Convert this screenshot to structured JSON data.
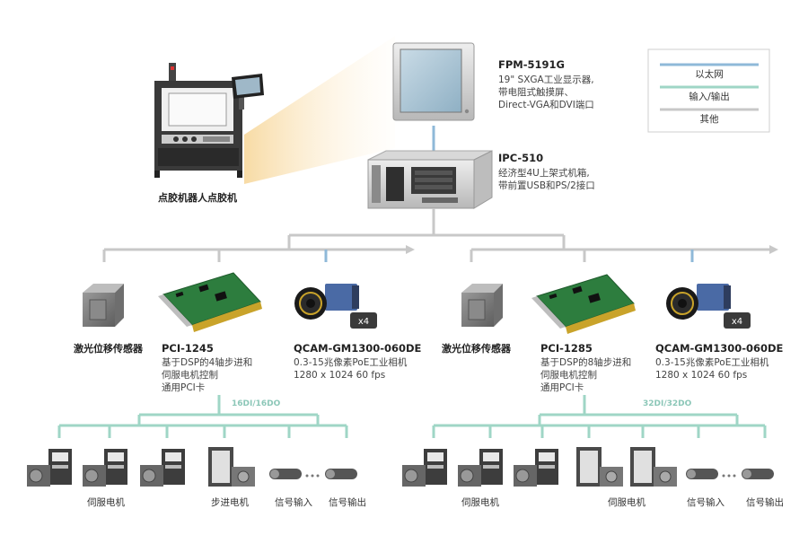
{
  "legend": {
    "items": [
      {
        "label": "以太网",
        "color": "#8fb9d8"
      },
      {
        "label": "输入/输出",
        "color": "#9fd6c6"
      },
      {
        "label": "其他",
        "color": "#c8c8c8"
      }
    ]
  },
  "robot": {
    "label": "点胶机器人点胶机"
  },
  "fpm": {
    "title": "FPM-5191G",
    "lines": [
      "19\" SXGA工业显示器,",
      "带电阻式触摸屏、",
      "Direct-VGA和DVI端口"
    ]
  },
  "ipc": {
    "title": "IPC-510",
    "lines": [
      "经济型4U上架式机箱,",
      "带前置USB和PS/2接口"
    ]
  },
  "left": {
    "sensor": "激光位移传感器",
    "card_title": "PCI-1245",
    "card_lines": [
      "基于DSP的4轴步进和",
      "伺服电机控制",
      "通用PCI卡"
    ],
    "cam_title": "QCAM-GM1300-060DE",
    "cam_lines": [
      "0.3-15兆像素PoE工业相机",
      "1280 x 1024 60 fps"
    ],
    "cam_count": "x4",
    "bus": "16DI/16DO",
    "bottom": [
      "伺服电机",
      "步进电机",
      "信号输入",
      "信号输出"
    ]
  },
  "right": {
    "sensor": "激光位移传感器",
    "card_title": "PCI-1285",
    "card_lines": [
      "基于DSP的8轴步进和",
      "伺服电机控制",
      "通用PCI卡"
    ],
    "cam_title": "QCAM-GM1300-060DE",
    "cam_lines": [
      "0.3-15兆像素PoE工业相机",
      "1280 x 1024 60 fps"
    ],
    "cam_count": "x4",
    "bus": "32DI/32DO",
    "bottom": [
      "伺服电机",
      "伺服电机",
      "信号输入",
      "信号输出"
    ]
  }
}
